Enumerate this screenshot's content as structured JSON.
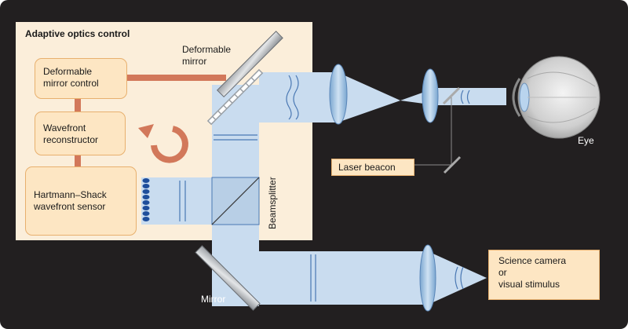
{
  "panel_title": "Adaptive optics control",
  "labels": {
    "deformable_mirror": "Deformable\nmirror",
    "beamsplitter": "Beamsplitter",
    "mirror": "Mirror",
    "eye": "Eye"
  },
  "boxes": {
    "dm_control": "Deformable\nmirror control",
    "reconstructor": "Wavefront\nreconstructor",
    "sensor": "Hartmann–Shack\nwavefront sensor",
    "laser_beacon": "Laser beacon",
    "science_camera": "Science camera\nor\nvisual stimulus"
  },
  "colors": {
    "background": "#221f20",
    "panel": "#fbeeda",
    "box_fill": "#fde6c3",
    "box_border": "#e8b06e",
    "connector": "#d2785a",
    "beam": "#c9dcef",
    "lens": "#8fb8dd",
    "lenslet": "#1f4e9b"
  }
}
